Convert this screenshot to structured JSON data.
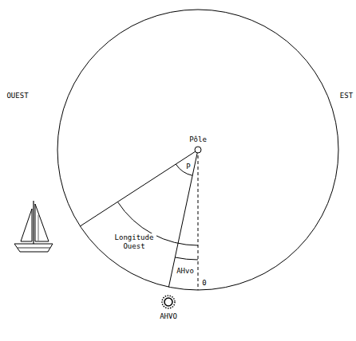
{
  "diagram": {
    "labels": [
      "Pôle",
      "OUEST",
      "EST",
      "P",
      "Longitude Ouest",
      "AHvo",
      "0",
      "AHVO"
    ]
  }
}
